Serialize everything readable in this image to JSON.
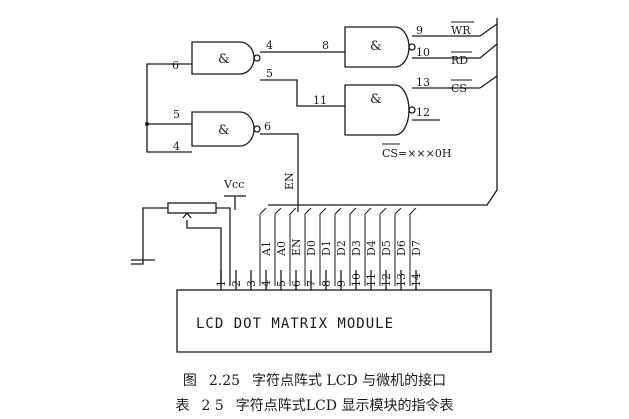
{
  "diagram": {
    "gate_symbol": "&",
    "nand_left_top_pins": {
      "in": "6",
      "out": "4",
      "other_out": "5"
    },
    "nand_left_bottom_pins": {
      "in1": "5",
      "in2": "4",
      "out": "6"
    },
    "gate_right_top_pins": {
      "in": "8",
      "in2": "9",
      "out": "10"
    },
    "gate_right_bottom_pins": {
      "in": "11",
      "in2": "13",
      "out": "12"
    },
    "signals": {
      "wr": "WR",
      "rd": "RD",
      "cs": "CS"
    },
    "cs_equation": "CS=×××0H",
    "vcc": "Vcc",
    "en": "EN",
    "module_label": "LCD DOT MATRIX MODULE",
    "pins": [
      {
        "num": "1",
        "name": ""
      },
      {
        "num": "2",
        "name": ""
      },
      {
        "num": "3",
        "name": ""
      },
      {
        "num": "4",
        "name": "A1"
      },
      {
        "num": "5",
        "name": "A0"
      },
      {
        "num": "6",
        "name": "EN"
      },
      {
        "num": "7",
        "name": "D0"
      },
      {
        "num": "8",
        "name": "D1"
      },
      {
        "num": "9",
        "name": "D2"
      },
      {
        "num": "10",
        "name": "D3"
      },
      {
        "num": "11",
        "name": "D4"
      },
      {
        "num": "12",
        "name": "D5"
      },
      {
        "num": "13",
        "name": "D6"
      },
      {
        "num": "14",
        "name": "D7"
      }
    ]
  },
  "captions": {
    "figure_prefix": "图",
    "figure_number": "2.25",
    "figure_title": "字符点阵式 LCD 与微机的接口",
    "table_prefix": "表",
    "table_number": "2 5",
    "table_title": "字符点阵式LCD 显示模块的指令表"
  }
}
